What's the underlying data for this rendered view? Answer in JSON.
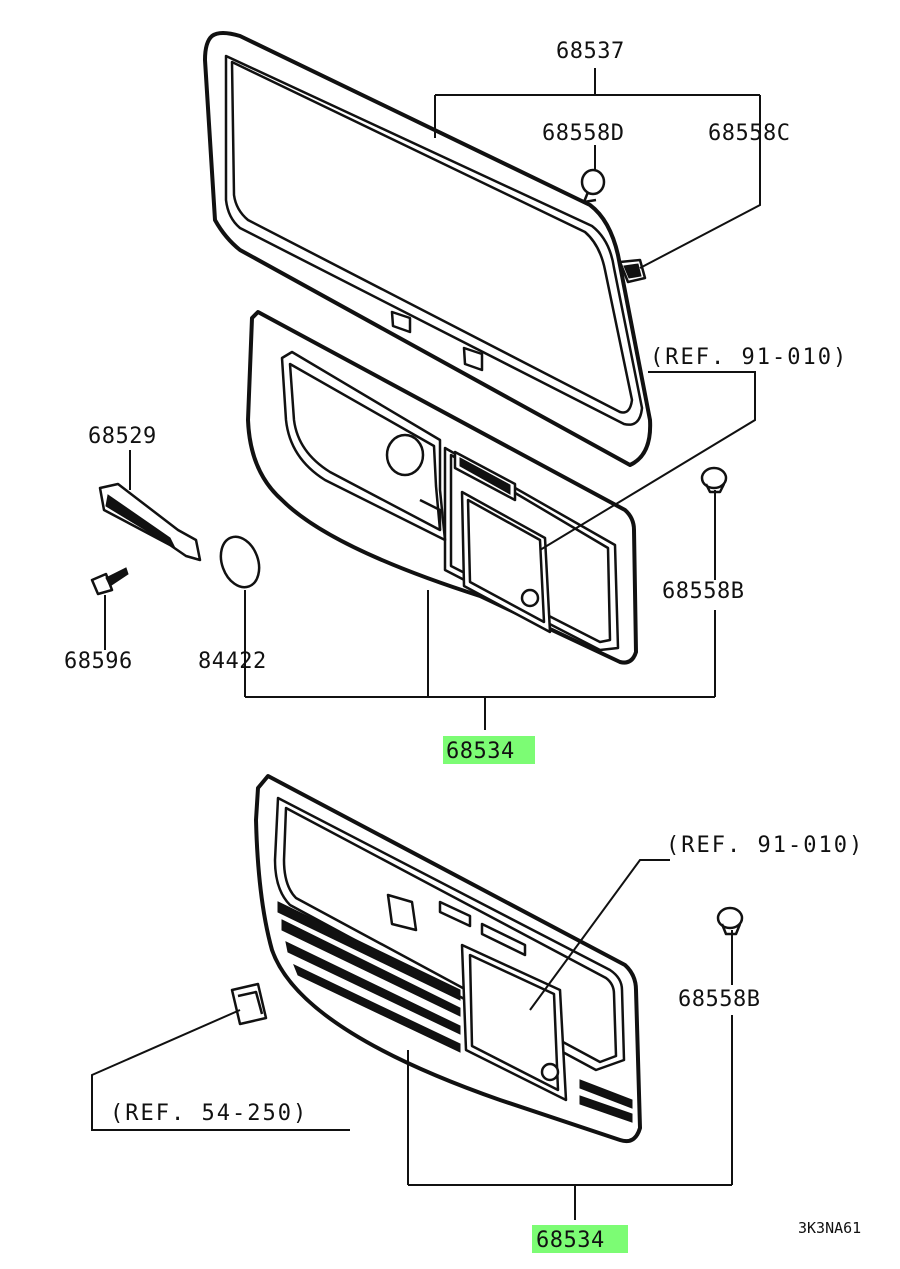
{
  "diagram": {
    "labels": {
      "glass_trim": "68537",
      "fastener_d": "68558D",
      "fastener_c": "68558C",
      "ref_upper_panel": "(REF. 91-010)",
      "handle": "68529",
      "screw": "68596",
      "cap": "84422",
      "clip_upper": "68558B",
      "panel_upper": "68534",
      "ref_lower_panel": "(REF. 91-010)",
      "clip_lower": "68558B",
      "ref_bracket": "(REF. 54-250)",
      "panel_lower": "68534",
      "drawing_code": "3K3NA61"
    },
    "highlight_color": "#7CFC74"
  }
}
